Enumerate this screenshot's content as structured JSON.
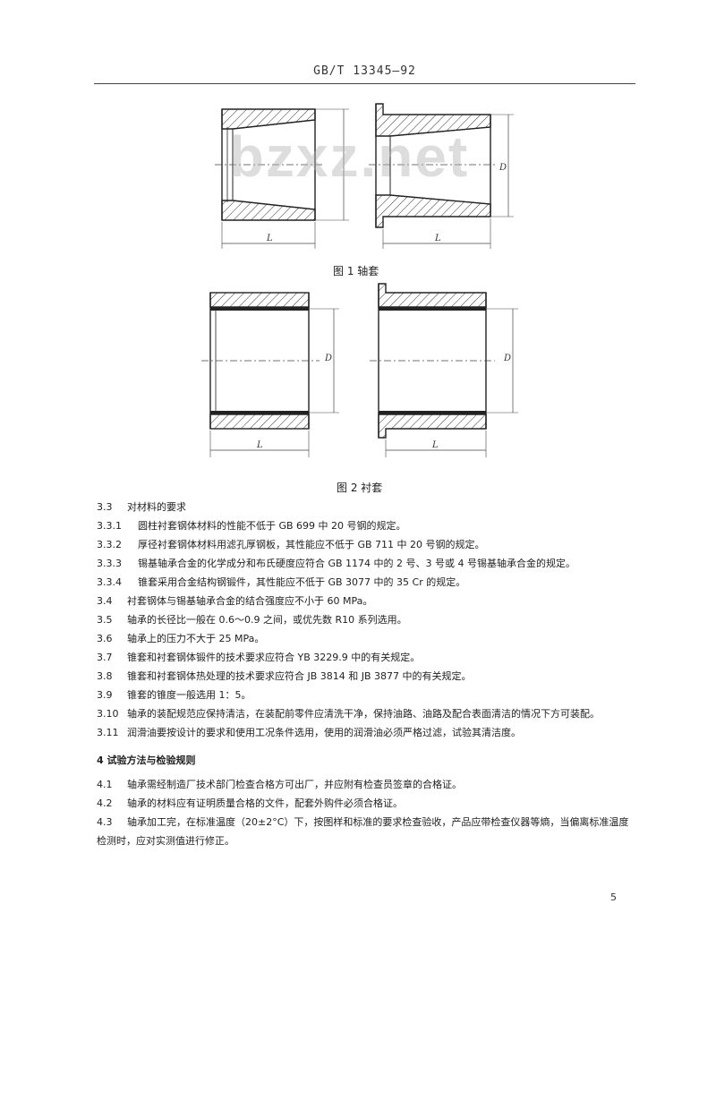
{
  "header": {
    "standard": "GB/T 13345—92"
  },
  "watermark": "bzxz.net",
  "figures": {
    "fig1": {
      "caption": "图 1  轴套",
      "labels": {
        "left_length": "L",
        "right_length": "L",
        "diameter": "D"
      }
    },
    "fig2": {
      "caption": "图 2  衬套",
      "labels": {
        "left_length": "L",
        "right_length": "L",
        "left_diameter": "D",
        "right_diameter": "D"
      }
    }
  },
  "items": [
    {
      "num": "3.3",
      "text": "对材料的要求",
      "sub": false
    },
    {
      "num": "3.3.1",
      "text": "圆柱衬套钢体材料的性能不低于 GB 699 中 20 号钢的规定。",
      "sub": true
    },
    {
      "num": "3.3.2",
      "text": "厚径衬套钢体材料用滤孔厚钢板，其性能应不低于 GB 711 中 20 号钢的规定。",
      "sub": true
    },
    {
      "num": "3.3.3",
      "text": "锡基轴承合金的化学成分和布氏硬度应符合 GB 1174 中的 2 号、3 号或 4 号锡基轴承合金的规定。",
      "sub": true,
      "wrap": true
    },
    {
      "num": "3.3.4",
      "text": "锥套采用合金结构钢锻件，其性能应不低于 GB 3077 中的 35 Cr 的规定。",
      "sub": true
    },
    {
      "num": "3.4",
      "text": "衬套钢体与锡基轴承合金的结合强度应不小于 60 MPa。",
      "sub": false
    },
    {
      "num": "3.5",
      "text": "轴承的长径比一般在 0.6～0.9 之间，或优先数 R10 系列选用。",
      "sub": false
    },
    {
      "num": "3.6",
      "text": "轴承上的压力不大于 25 MPa。",
      "sub": false
    },
    {
      "num": "3.7",
      "text": "锥套和衬套钢体锻件的技术要求应符合 YB 3229.9 中的有关规定。",
      "sub": false
    },
    {
      "num": "3.8",
      "text": "锥套和衬套钢体热处理的技术要求应符合 JB 3814 和 JB 3877 中的有关规定。",
      "sub": false
    },
    {
      "num": "3.9",
      "text": "锥套的锥度一般选用 1：5。",
      "sub": false
    },
    {
      "num": "3.10",
      "text": "轴承的装配规范应保持清洁，在装配前零件应清洗干净，保持油路、油路及配合表面清洁的情况下方可装配。",
      "sub": false,
      "wrap": true
    },
    {
      "num": "3.11",
      "text": "润滑油要按设计的要求和使用工况条件选用，使用的润滑油必须严格过滤，试验其清洁度。",
      "sub": false
    }
  ],
  "section4": {
    "title": "4  试验方法与检验规则",
    "items": [
      {
        "num": "4.1",
        "text": "轴承需经制造厂技术部门检查合格方可出厂，并应附有检查员签章的合格证。",
        "wrap": false
      },
      {
        "num": "4.2",
        "text": "轴承的材料应有证明质量合格的文件，配套外购件必须合格证。",
        "wrap": false
      },
      {
        "num": "4.3",
        "text": "轴承加工完，在标准温度（20±2°C）下，按图样和标准的要求检查验收，产品应带检查仪器等熵，当偏离标准温度检测时，应对实测值进行修正。",
        "wrap": true
      }
    ]
  },
  "page_number": "5"
}
